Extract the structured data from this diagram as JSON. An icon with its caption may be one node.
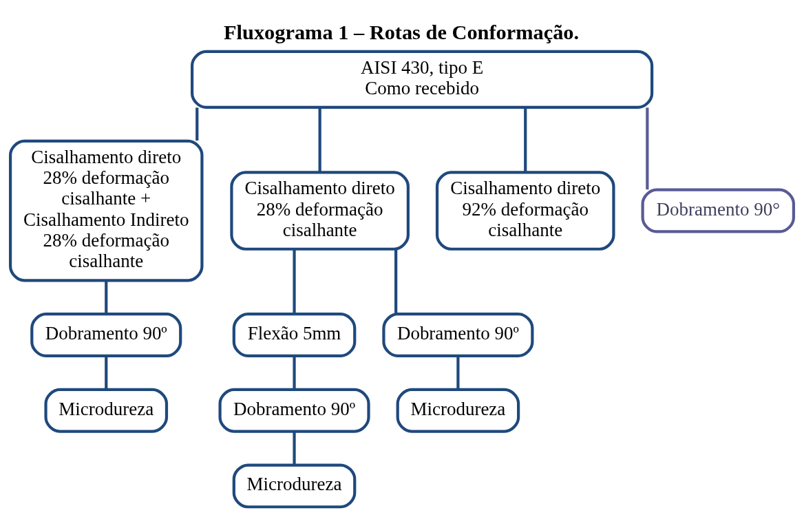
{
  "diagram": {
    "title": "Fluxograma 1 – Rotas de Conformação.",
    "nodes": [
      {
        "text": [
          "AISI 430, tipo E",
          "Como recebido"
        ]
      },
      {
        "text": [
          "Cisalhamento direto 28% deformação cisalhante + Cisalhamento Indireto 28% deformação cisalhante"
        ]
      },
      {
        "text": [
          "Cisalhamento direto 28% deformação cisalhante"
        ]
      },
      {
        "text": [
          "Cisalhamento direto 92% deformação cisalhante"
        ]
      },
      {
        "text": [
          "Dobramento 90°"
        ]
      },
      {
        "text": [
          "Dobramento 90º"
        ]
      },
      {
        "text": [
          "Microdureza"
        ]
      },
      {
        "text": [
          "Flexão 5mm"
        ]
      },
      {
        "text": [
          "Dobramento 90º"
        ]
      },
      {
        "text": [
          "Microdureza"
        ]
      },
      {
        "text": [
          "Dobramento 90º"
        ]
      },
      {
        "text": [
          "Microdureza"
        ]
      }
    ],
    "edges": [
      {
        "from": 0,
        "to": 1,
        "arrow": "none"
      },
      {
        "from": 0,
        "to": 2,
        "arrow": "none"
      },
      {
        "from": 0,
        "to": 3,
        "arrow": "none"
      },
      {
        "from": 0,
        "to": 4,
        "arrow": "none",
        "color": "#5a5a96"
      },
      {
        "from": 1,
        "to": 5,
        "arrow": "none"
      },
      {
        "from": 5,
        "to": 6,
        "arrow": "none"
      },
      {
        "from": 2,
        "to": 7,
        "arrow": "none"
      },
      {
        "from": 2,
        "to": 10,
        "arrow": "none"
      },
      {
        "from": 7,
        "to": 8,
        "arrow": "none"
      },
      {
        "from": 8,
        "to": 9,
        "arrow": "none"
      },
      {
        "from": 10,
        "to": 11,
        "arrow": "none"
      }
    ]
  }
}
